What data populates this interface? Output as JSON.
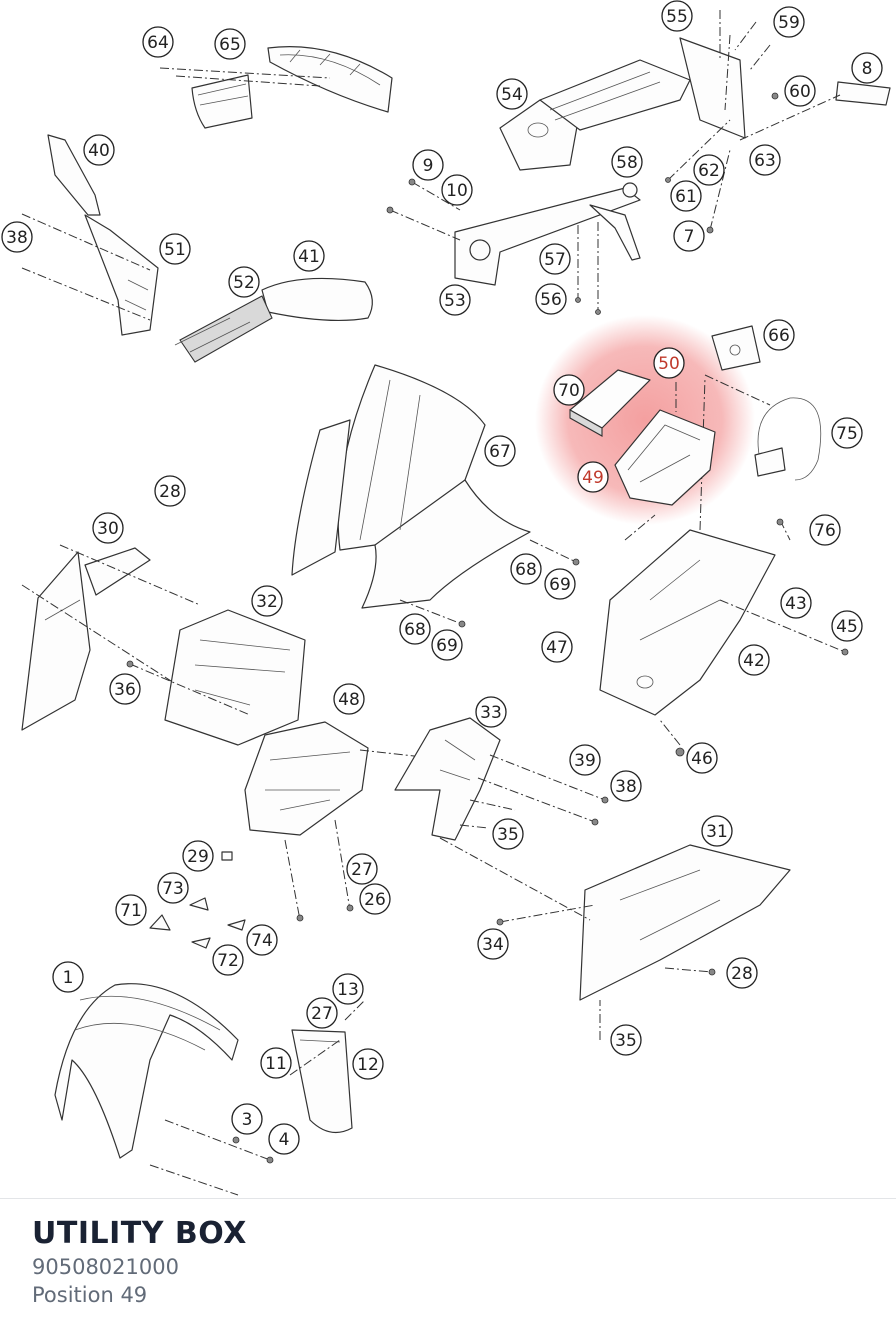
{
  "part": {
    "title": "UTILITY BOX",
    "number": "90508021000",
    "position": "Position 49"
  },
  "highlight_color": "#f08080",
  "callouts": [
    "1",
    "3",
    "4",
    "7",
    "8",
    "9",
    "10",
    "11",
    "12",
    "13",
    "26",
    "27",
    "27",
    "28",
    "28",
    "29",
    "30",
    "31",
    "32",
    "33",
    "34",
    "35",
    "35",
    "36",
    "38",
    "38",
    "39",
    "40",
    "41",
    "42",
    "43",
    "45",
    "46",
    "47",
    "48",
    "49",
    "50",
    "51",
    "52",
    "53",
    "54",
    "55",
    "56",
    "57",
    "58",
    "59",
    "60",
    "61",
    "62",
    "63",
    "64",
    "65",
    "66",
    "67",
    "68",
    "68",
    "69",
    "69",
    "70",
    "71",
    "72",
    "73",
    "74",
    "75",
    "76"
  ]
}
